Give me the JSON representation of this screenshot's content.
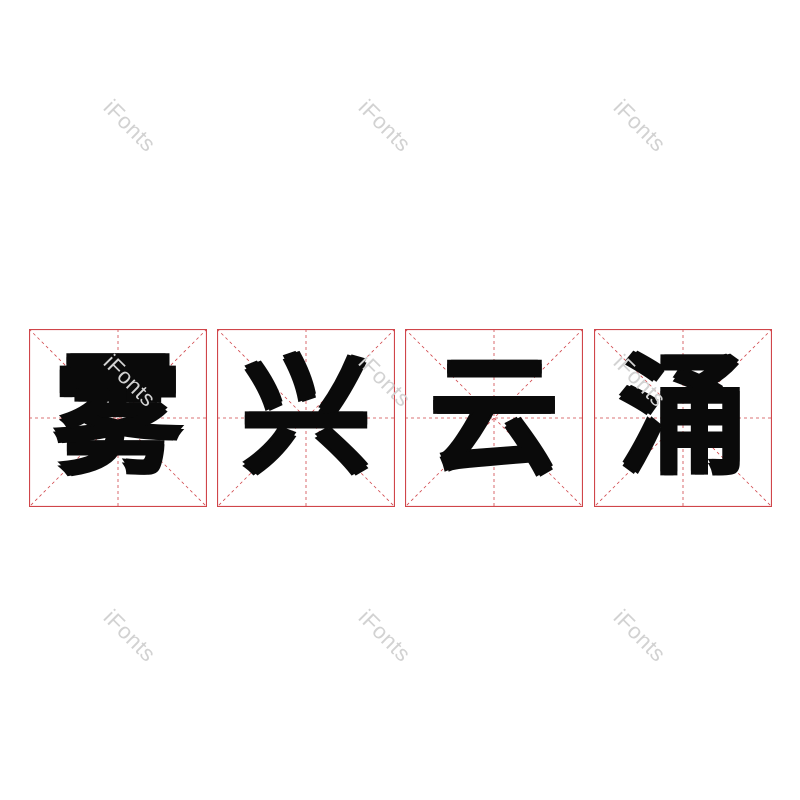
{
  "watermark": {
    "text": "iFonts"
  },
  "phrase": {
    "characters": [
      "雾",
      "兴",
      "云",
      "涌"
    ]
  },
  "colors": {
    "grid_red": "#d0454a",
    "glyph_black": "#0a0a0a",
    "watermark_gray": "#d2d2d2",
    "background": "#ffffff"
  }
}
